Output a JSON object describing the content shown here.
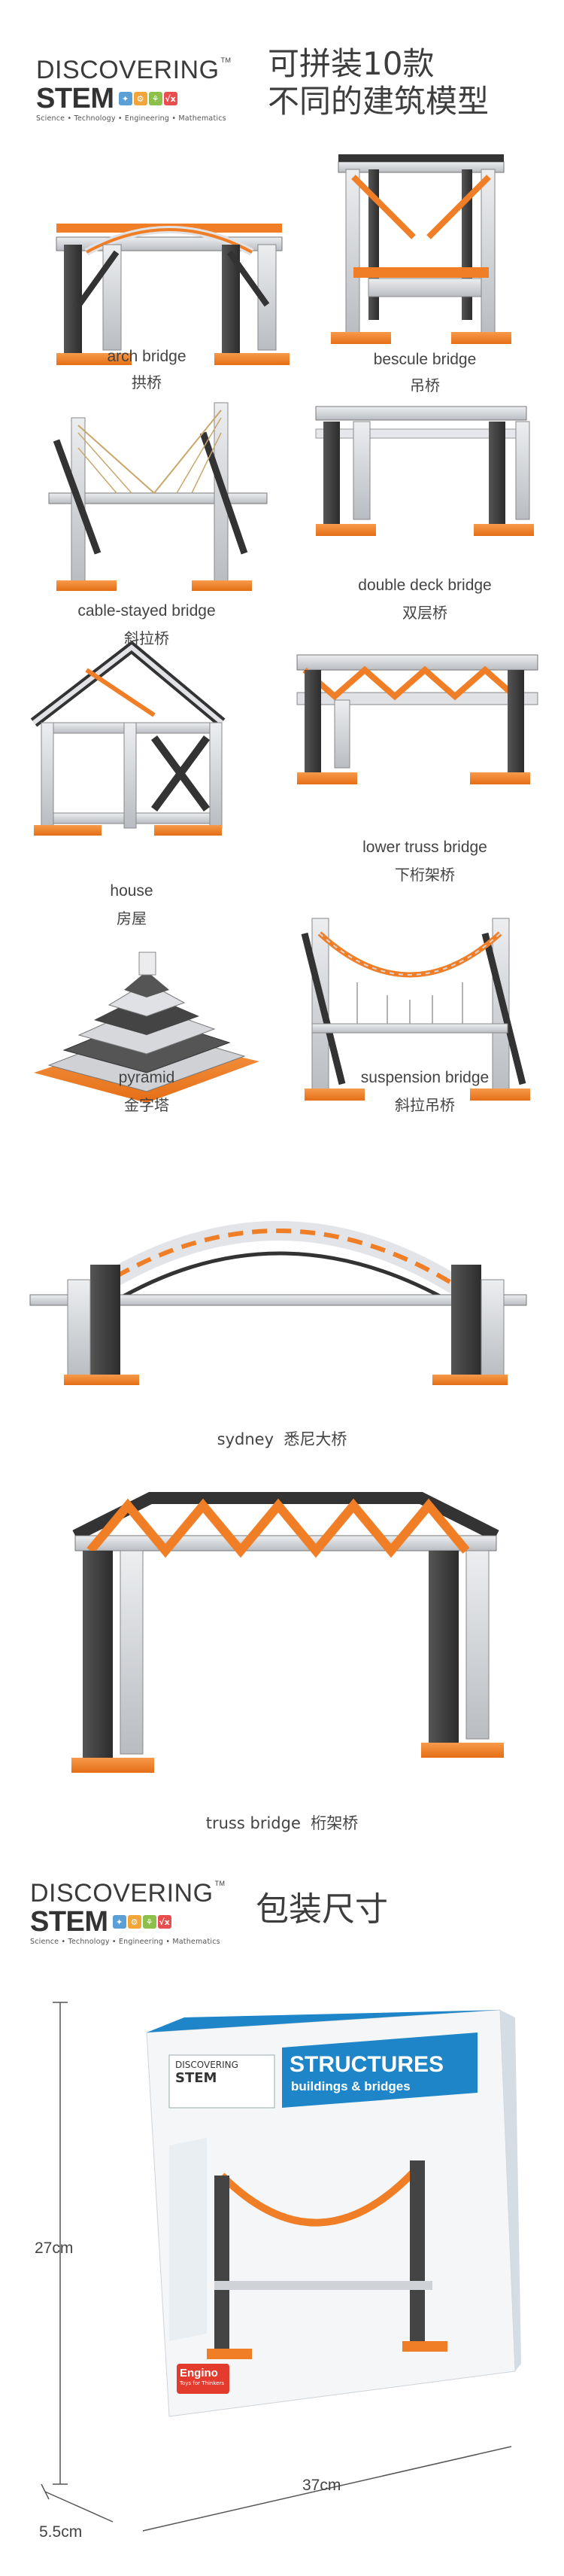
{
  "logo": {
    "top": "DISCOVERING",
    "tm": "TM",
    "stem": "STEM",
    "cubes": [
      {
        "glyph": "✦",
        "color": "#5aa0d6"
      },
      {
        "glyph": "⚙",
        "color": "#f2a63a"
      },
      {
        "glyph": "⚘",
        "color": "#8cc04a"
      },
      {
        "glyph": "√x",
        "color": "#e84e4e"
      }
    ],
    "sub": "Science • Technology • Engineering • Mathematics"
  },
  "headline": {
    "line1": "可拼装10款",
    "line2": "不同的建筑模型"
  },
  "models": [
    {
      "en": "arch bridge",
      "zh": "拱桥"
    },
    {
      "en": "bescule bridge",
      "zh": "吊桥"
    },
    {
      "en": "cable-stayed bridge",
      "zh": "斜拉桥"
    },
    {
      "en": "double deck bridge",
      "zh": "双层桥"
    },
    {
      "en": "house",
      "zh": "房屋"
    },
    {
      "en": "lower truss bridge",
      "zh": "下桁架桥"
    },
    {
      "en": "pyramid",
      "zh": "金字塔"
    },
    {
      "en": "suspension bridge",
      "zh": "斜拉吊桥"
    },
    {
      "en": "sydney",
      "zh": "悉尼大桥"
    },
    {
      "en": "truss bridge",
      "zh": "桁架桥"
    }
  ],
  "package": {
    "headline": "包装尺寸",
    "height": "27cm",
    "depth": "5.5cm",
    "width": "37cm",
    "box_title": "STRUCTURES",
    "box_subtitle": "buildings & bridges",
    "box_brand": "Engino",
    "box_brand_tag": "Toys for Thinkers"
  },
  "colors": {
    "orange": "#f07e26",
    "dark": "#3c3c3c",
    "grey": "#c9cbce",
    "light": "#e9eaec",
    "box_blue": "#1e86c8"
  }
}
